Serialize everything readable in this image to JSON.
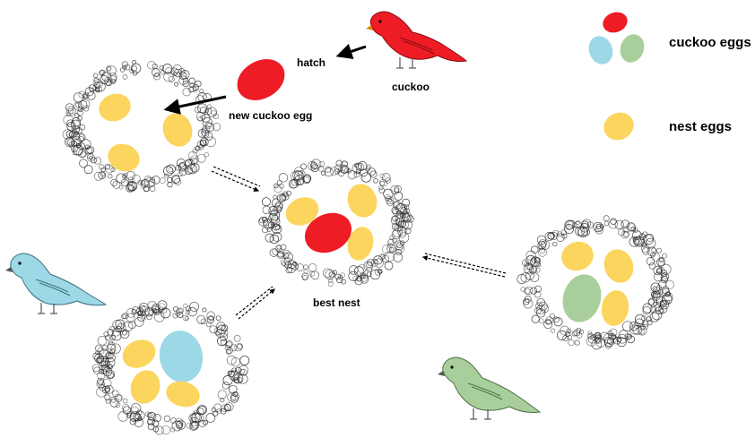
{
  "labels": {
    "hatch": "hatch",
    "cuckoo": "cuckoo",
    "new_cuckoo_egg": "new cuckoo egg",
    "best_nest": "best nest"
  },
  "legend": {
    "cuckoo_eggs": "cuckoo eggs",
    "nest_eggs": "nest eggs"
  },
  "colors": {
    "cuckoo_red": "#ee1c25",
    "nest_yellow": "#fcd55f",
    "host_blue": "#9cd8e6",
    "host_green": "#a8cf9b",
    "nest_texture": "#2b2b2b"
  },
  "icons": [
    "red-cuckoo-bird-icon",
    "blue-host-bird-icon",
    "green-host-bird-icon"
  ]
}
